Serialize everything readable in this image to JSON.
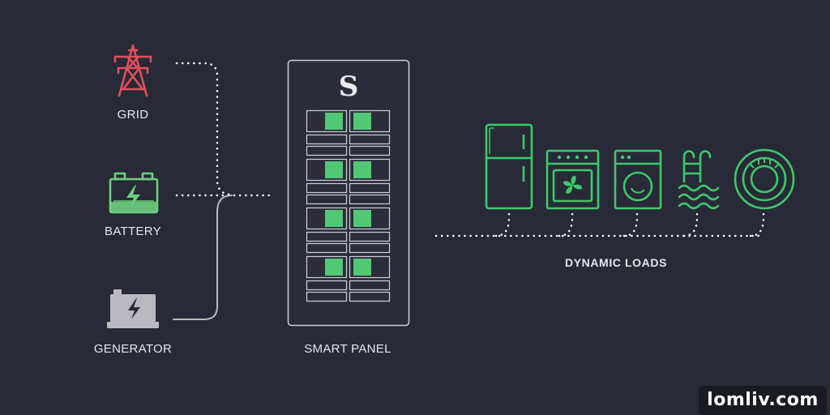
{
  "sources": {
    "grid_label": "GRID",
    "battery_label": "BATTERY",
    "generator_label": "GENERATOR"
  },
  "panel": {
    "logo_letter": "S",
    "label": "SMART PANEL",
    "breaker_groups": 4,
    "breaker_columns": 2
  },
  "loads": {
    "label": "DYNAMIC LOADS",
    "items": [
      "refrigerator-icon",
      "oven-icon",
      "washing-machine-icon",
      "pool-icon",
      "cooktop-icon"
    ]
  },
  "watermark": "lomliv.com",
  "colors": {
    "background": "#282a37",
    "grid_red": "#e0505a",
    "battery_green": "#6fcf7f",
    "generator_gray": "#b9b9bf",
    "load_green": "#3ec96a",
    "breaker_on": "#52c877",
    "panel_outline": "#cfd0d6",
    "connector_white": "#ffffff"
  }
}
